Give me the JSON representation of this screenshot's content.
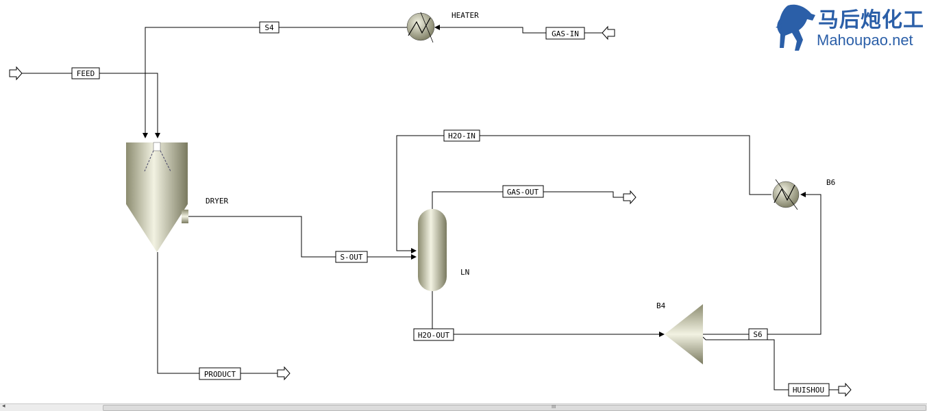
{
  "logo": {
    "chinese": "马后炮化工",
    "site": "Mahoupao.net"
  },
  "blocks": {
    "heater": "HEATER",
    "dryer": "DRYER",
    "ln": "LN",
    "b4": "B4",
    "b6": "B6"
  },
  "streams": {
    "s4": "S4",
    "gas_in": "GAS-IN",
    "feed": "FEED",
    "h2o_in": "H2O-IN",
    "gas_out": "GAS-OUT",
    "s_out": "S-OUT",
    "h2o_out": "H2O-OUT",
    "s6": "S6",
    "product": "PRODUCT",
    "huishou": "HUISHOU"
  },
  "scrollbar": {
    "grip": "III",
    "left_arrow": "◂"
  },
  "colors": {
    "line": "#000000",
    "equipment_light": "#eeeedc",
    "equipment_dark": "#8c8c70",
    "logo": "#2b5fa8"
  }
}
